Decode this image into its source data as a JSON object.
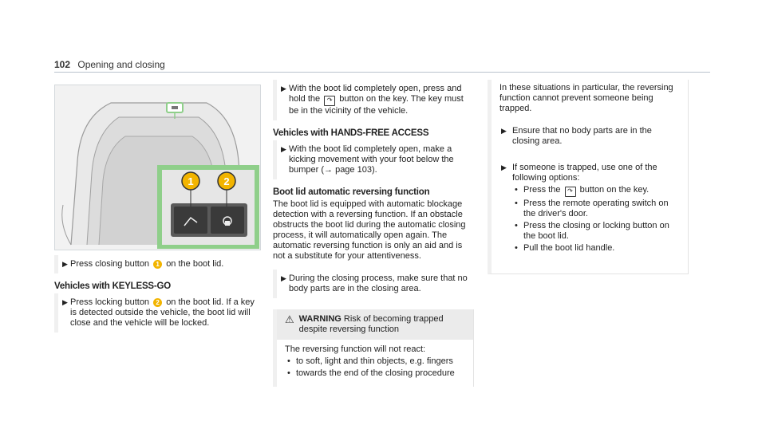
{
  "header": {
    "page_number": "102",
    "title": "Opening and closing"
  },
  "colors": {
    "accent_green": "#8fcf8a",
    "badge_yellow": "#f2b400"
  },
  "figure": {
    "badge1": "1",
    "badge2": "2"
  },
  "col1": {
    "step1": {
      "pre": "Press closing button",
      "badge": "1",
      "post": "on the boot lid."
    },
    "heading": "Vehicles with KEYLESS-GO",
    "step2": {
      "pre": "Press locking button",
      "badge": "2",
      "post": "on the boot lid. If a key is detected outside the vehicle, the boot lid will close and the vehicle will be locked."
    }
  },
  "col2": {
    "step1": {
      "pre": "With the boot lid completely open, press and hold the",
      "icon": "boot-lid-icon",
      "post": "button on the key. The key must be in the vicinity of the vehicle."
    },
    "heading1": "Vehicles with HANDS-FREE ACCESS",
    "step2": "With the boot lid completely open, make a kicking movement with your foot below the bumper (→ page 103).",
    "heading2": "Boot lid automatic reversing function",
    "para": "The boot lid is equipped with automatic blockage detection with a reversing function. If an obstacle obstructs the boot lid during the automatic closing process, it will automatically open again. The automatic reversing function is only an aid and is not a substitute for your attentiveness.",
    "step3": "During the closing process, make sure that no body parts are in the closing area.",
    "warning": {
      "label": "WARNING",
      "title": "Risk of becoming trapped despite reversing function",
      "intro": "The reversing function will not react:",
      "items": [
        "to soft, light and thin objects, e.g. fingers",
        "towards the end of the closing procedure"
      ]
    }
  },
  "col3": {
    "para": "In these situations in particular, the reversing function cannot prevent someone being trapped.",
    "step1": "Ensure that no body parts are in the closing area.",
    "step2": "If someone is trapped, use one of the following options:",
    "options": [
      {
        "pre": "Press the",
        "icon": "boot-lid-icon",
        "post": "button on the key."
      },
      {
        "text": "Press the remote operating switch on the driver's door."
      },
      {
        "text": "Press the closing or locking button on the boot lid."
      },
      {
        "text": "Pull the boot lid handle."
      }
    ]
  }
}
